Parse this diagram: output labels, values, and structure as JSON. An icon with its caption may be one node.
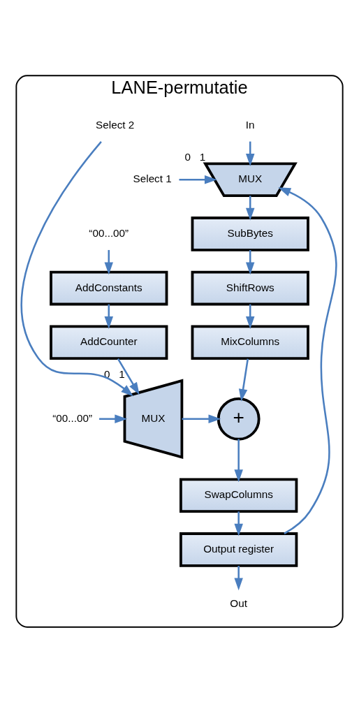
{
  "diagram": {
    "nodes": [
      {
        "text": [
          "LANE-permutatie"
        ]
      },
      {
        "text": [
          "In"
        ],
        "in": 0
      },
      {
        "text": [
          "Select 1"
        ],
        "in": 0
      },
      {
        "text": [
          "MUX"
        ],
        "in": 0,
        "beside": [
          "0",
          "1"
        ]
      },
      {
        "text": [
          "SubBytes"
        ],
        "in": 0
      },
      {
        "text": [
          "ShiftRows"
        ],
        "in": 0
      },
      {
        "text": [
          "MixColumns"
        ],
        "in": 0
      },
      {
        "text": [
          "“00...00”"
        ],
        "in": 0
      },
      {
        "text": [
          "AddConstants"
        ],
        "in": 0
      },
      {
        "text": [
          "AddCounter"
        ],
        "in": 0
      },
      {
        "text": [
          "“00...00”"
        ],
        "in": 0
      },
      {
        "text": [
          "MUX"
        ],
        "in": 0,
        "beside": [
          "0",
          "1"
        ]
      },
      {
        "text": [
          "Select 2"
        ],
        "in": 0
      },
      {
        "text": [
          "+"
        ],
        "in": 0
      },
      {
        "text": [
          "SwapColumns"
        ],
        "in": 0
      },
      {
        "text": [
          "Output register"
        ],
        "in": 0
      },
      {
        "text": [
          "Out"
        ],
        "in": 0
      }
    ],
    "edges": [
      {
        "from": 1,
        "to": 3,
        "arrow": "to"
      },
      {
        "from": 15,
        "to": 3,
        "arrow": "to"
      },
      {
        "from": 2,
        "to": 3,
        "arrow": "to"
      },
      {
        "from": 3,
        "to": 4,
        "arrow": "to"
      },
      {
        "from": 4,
        "to": 5,
        "arrow": "to"
      },
      {
        "from": 5,
        "to": 6,
        "arrow": "to"
      },
      {
        "from": 7,
        "to": 8,
        "arrow": "to"
      },
      {
        "from": 8,
        "to": 9,
        "arrow": "to"
      },
      {
        "from": 9,
        "to": 11,
        "arrow": "to"
      },
      {
        "from": 10,
        "to": 11,
        "arrow": "to"
      },
      {
        "from": 12,
        "to": 11,
        "arrow": "to"
      },
      {
        "from": 6,
        "to": 13,
        "arrow": "to"
      },
      {
        "from": 11,
        "to": 13,
        "arrow": "to"
      },
      {
        "from": 13,
        "to": 14,
        "arrow": "to"
      },
      {
        "from": 14,
        "to": 15,
        "arrow": "to"
      },
      {
        "from": 15,
        "to": 16,
        "arrow": "to"
      }
    ]
  }
}
